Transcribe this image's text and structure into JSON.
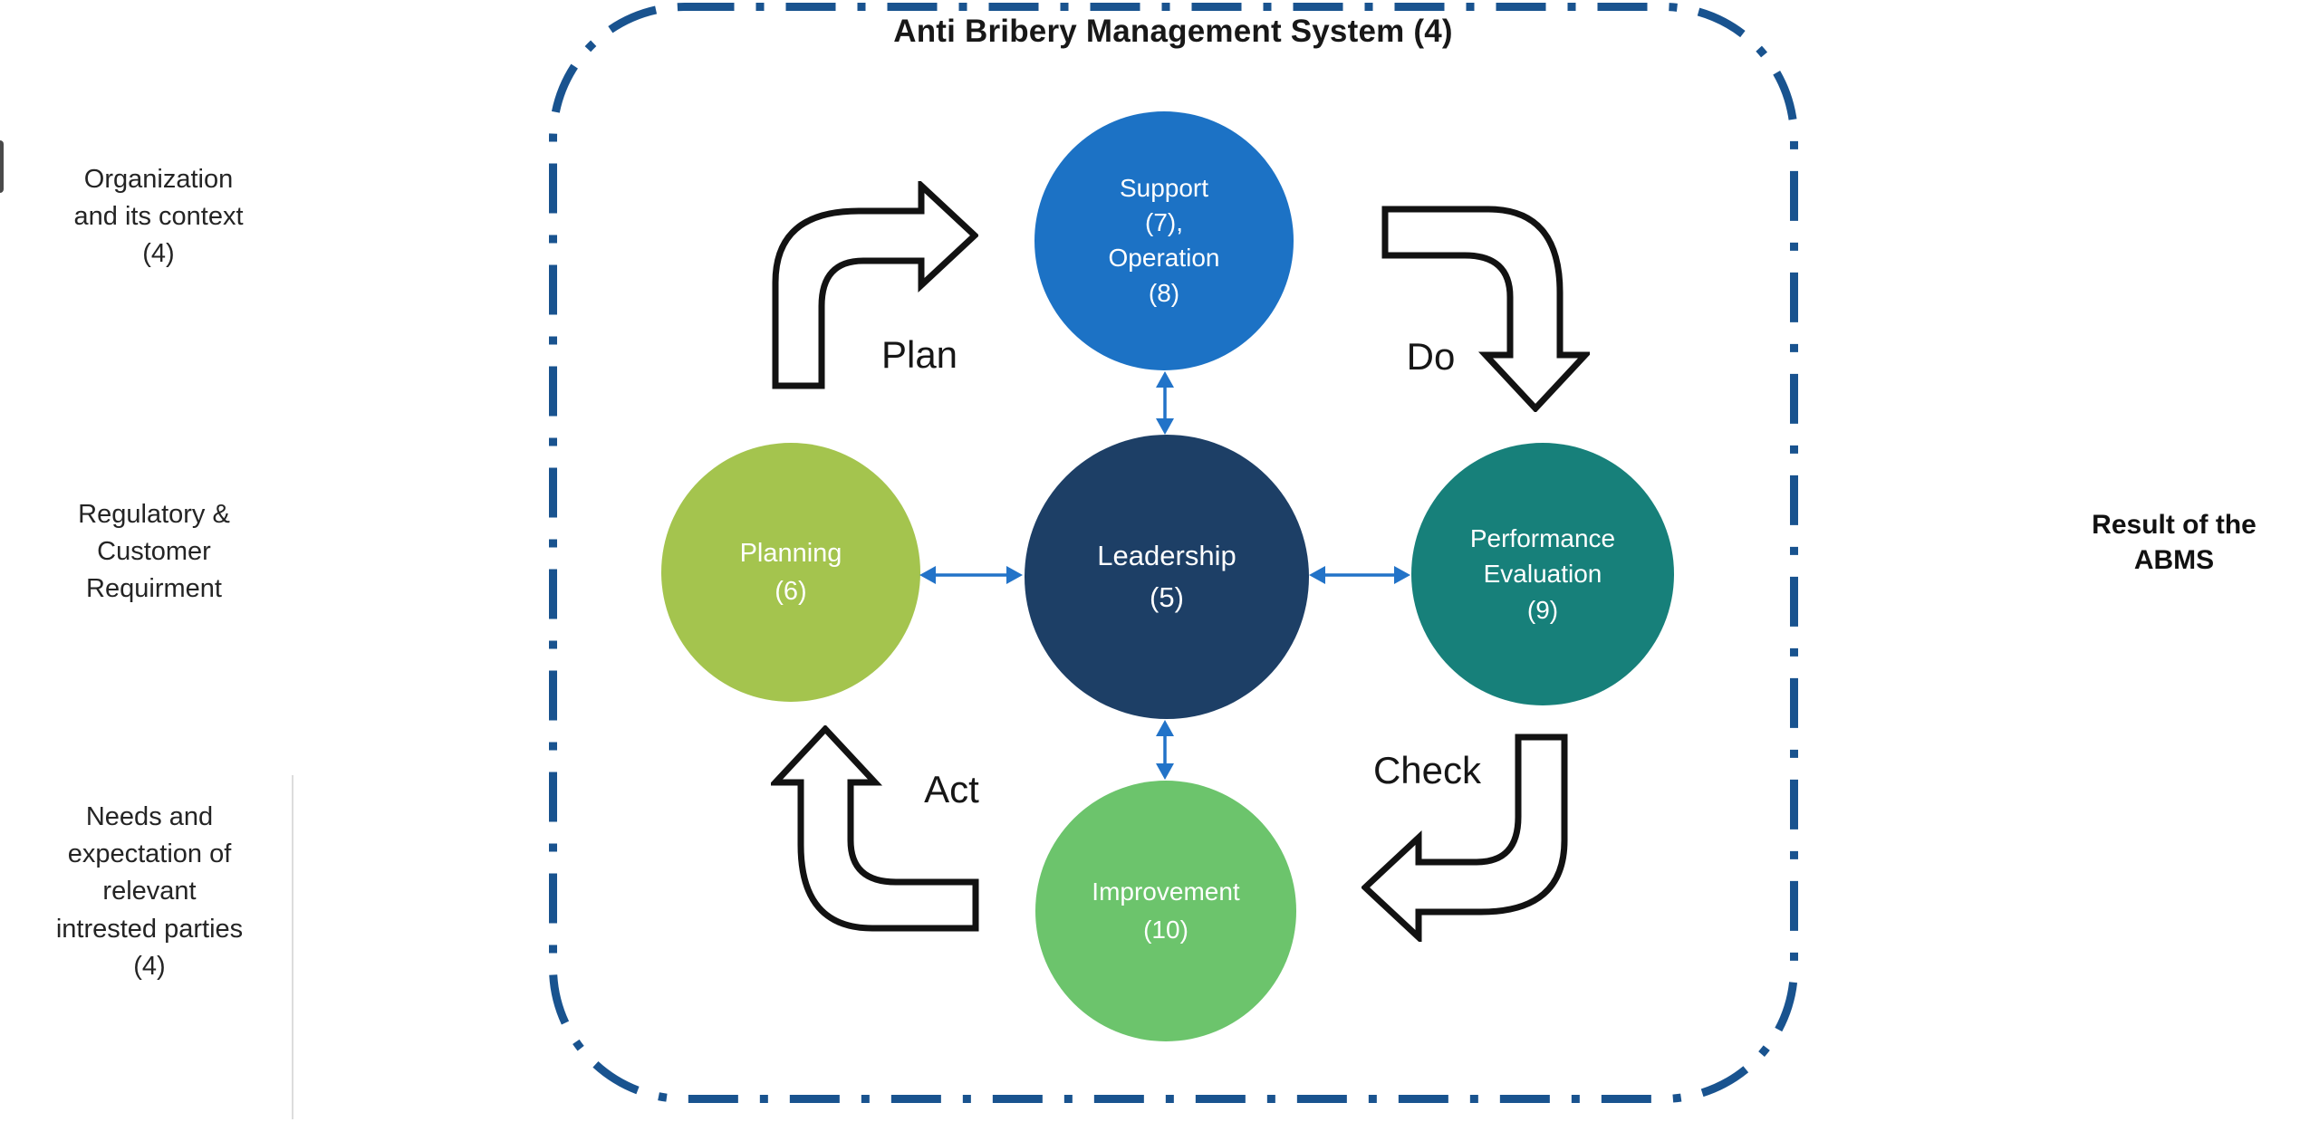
{
  "title": "Anti Bribery Management System (4)",
  "left_labels": [
    {
      "text": "Organization\nand its context\n(4)"
    },
    {
      "text": "Regulatory &\nCustomer\nRequirment"
    },
    {
      "text": "Needs and\nexpectation of\nrelevant\nintrested parties\n(4)"
    }
  ],
  "right_label": "Result of the\nABMS",
  "circles": {
    "support": {
      "label": "Support\n(7),\nOperation\n(8)",
      "color": "#1c72c5"
    },
    "leadership": {
      "label": "Leadership\n(5)",
      "color": "#1d3f66"
    },
    "planning": {
      "label": "Planning\n(6)",
      "color": "#a4c44e"
    },
    "performance": {
      "label": "Performance\nEvaluation\n(9)",
      "color": "#17807a"
    },
    "improvement": {
      "label": "Improvement\n(10)",
      "color": "#6cc46c"
    }
  },
  "cycle_labels": {
    "plan": "Plan",
    "do": "Do",
    "check": "Check",
    "act": "Act"
  },
  "colors": {
    "frame_border": "#19538f",
    "connector": "#2273c8",
    "arrow_outline": "#121212",
    "arrow_fill": "#ffffff"
  }
}
